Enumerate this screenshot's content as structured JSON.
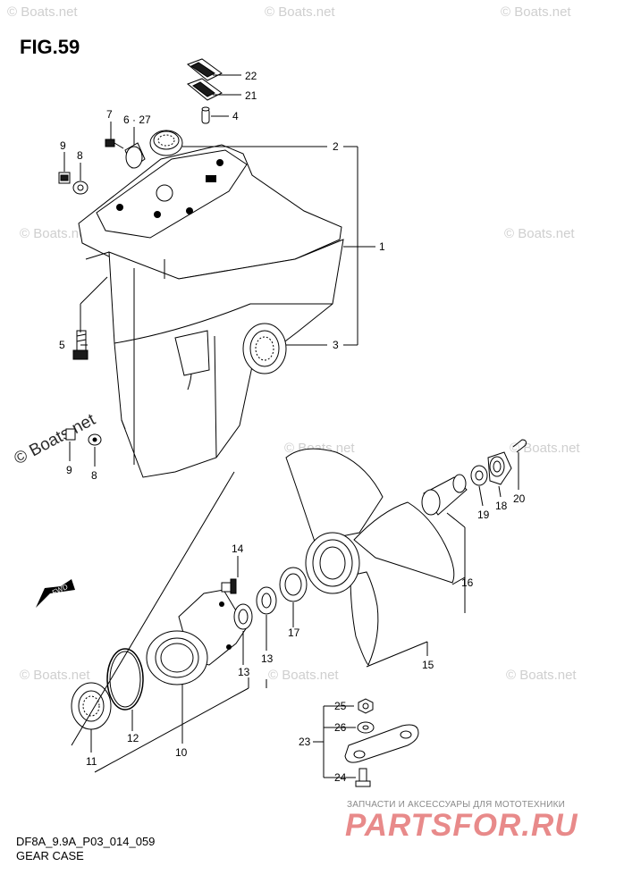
{
  "figure": {
    "title": "FIG.59"
  },
  "footer": {
    "code": "DF8A_9.9A_P03_014_059",
    "name": "GEAR CASE"
  },
  "shop": {
    "tagline": "ЗАПЧАСТИ И АКСЕССУАРЫ ДЛЯ МОТОТЕХНИКИ",
    "logo": "PARTSFOR.RU"
  },
  "watermark": {
    "text": "© Boats.net"
  },
  "fwd_marker": {
    "label": "FWD"
  },
  "callouts": {
    "c1": "1",
    "c2": "2",
    "c3": "3",
    "c4": "4",
    "c5": "5",
    "c6_27": "6 · 27",
    "c7": "7",
    "c8_top": "8",
    "c8_bottom": "8",
    "c9_top": "9",
    "c9_bottom": "9",
    "c10": "10",
    "c11": "11",
    "c12": "12",
    "c13_a": "13",
    "c13_b": "13",
    "c14": "14",
    "c15": "15",
    "c16": "16",
    "c17": "17",
    "c18": "18",
    "c19": "19",
    "c20": "20",
    "c21": "21",
    "c22": "22",
    "c23": "23",
    "c24": "24",
    "c25": "25",
    "c26": "26"
  }
}
